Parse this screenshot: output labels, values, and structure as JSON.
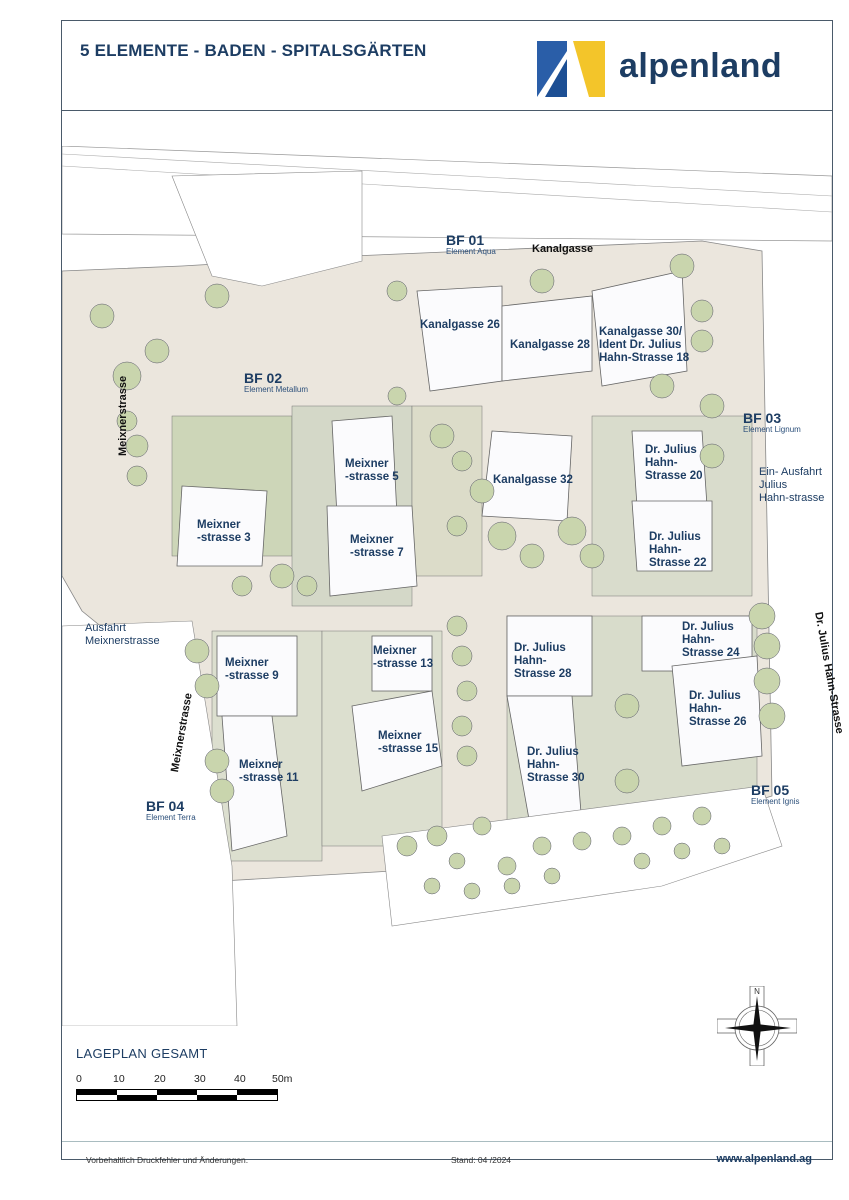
{
  "header": {
    "title": "5 ELEMENTE - BADEN - SPITALSGÄRTEN",
    "logo_text": "alpenland",
    "logo_colors": {
      "blue": "#2a5ea8",
      "yellow": "#f3c52a",
      "navy": "#1d3d63"
    }
  },
  "map": {
    "buildings": [
      {
        "id": "kanalgasse-26",
        "label": "Kanalgasse 26"
      },
      {
        "id": "kanalgasse-28",
        "label": "Kanalgasse 28"
      },
      {
        "id": "kanalgasse-30",
        "label": "Kanalgasse 30/\nIdent Dr. Julius\nHahn-Strasse 18"
      },
      {
        "id": "kanalgasse-32",
        "label": "Kanalgasse 32"
      },
      {
        "id": "meixner-3",
        "label": "Meixner\n-strasse 3"
      },
      {
        "id": "meixner-5",
        "label": "Meixner\n-strasse 5"
      },
      {
        "id": "meixner-7",
        "label": "Meixner\n-strasse 7"
      },
      {
        "id": "meixner-9",
        "label": "Meixner\n-strasse 9"
      },
      {
        "id": "meixner-11",
        "label": "Meixner\n-strasse 11"
      },
      {
        "id": "meixner-13",
        "label": "Meixner\n-strasse 13"
      },
      {
        "id": "meixner-15",
        "label": "Meixner\n-strasse 15"
      },
      {
        "id": "hahn-20",
        "label": "Dr. Julius\nHahn-\nStrasse 20"
      },
      {
        "id": "hahn-22",
        "label": "Dr. Julius\nHahn-\nStrasse 22"
      },
      {
        "id": "hahn-24",
        "label": "Dr. Julius\nHahn-\nStrasse 24"
      },
      {
        "id": "hahn-26",
        "label": "Dr. Julius\nHahn-\nStrasse 26"
      },
      {
        "id": "hahn-28",
        "label": "Dr. Julius\nHahn-\nStrasse 28"
      },
      {
        "id": "hahn-30",
        "label": "Dr. Julius\nHahn-\nStrasse 30"
      }
    ],
    "building_fields": [
      {
        "code": "BF 01",
        "element": "Element Aqua"
      },
      {
        "code": "BF 02",
        "element": "Element Metallum"
      },
      {
        "code": "BF 03",
        "element": "Element Lignum"
      },
      {
        "code": "BF 04",
        "element": "Element Terra"
      },
      {
        "code": "BF 05",
        "element": "Element Ignis"
      }
    ],
    "streets": {
      "kanalgasse": "Kanalgasse",
      "meixnerstrasse_top": "Meixnerstrasse",
      "meixnerstrasse_bottom": "Meixnerstrasse",
      "hahn_strasse": "Dr. Julius Hahn-Strasse"
    },
    "notes": {
      "ausfahrt_meixner": "Ausfahrt\nMeixnerstrasse",
      "einausfahrt_hahn": "Ein- Ausfahrt\nJulius\nHahn-strasse"
    },
    "compass": "N"
  },
  "legend": {
    "title": "LAGEPLAN GESAMT",
    "scale_ticks": [
      "0",
      "10",
      "20",
      "30",
      "40",
      "50m"
    ]
  },
  "footer": {
    "disclaimer": "Vorbehaltlich Druckfehler und Änderungen.",
    "date": "Stand: 04 /2024",
    "website": "www.alpenland.ag"
  }
}
